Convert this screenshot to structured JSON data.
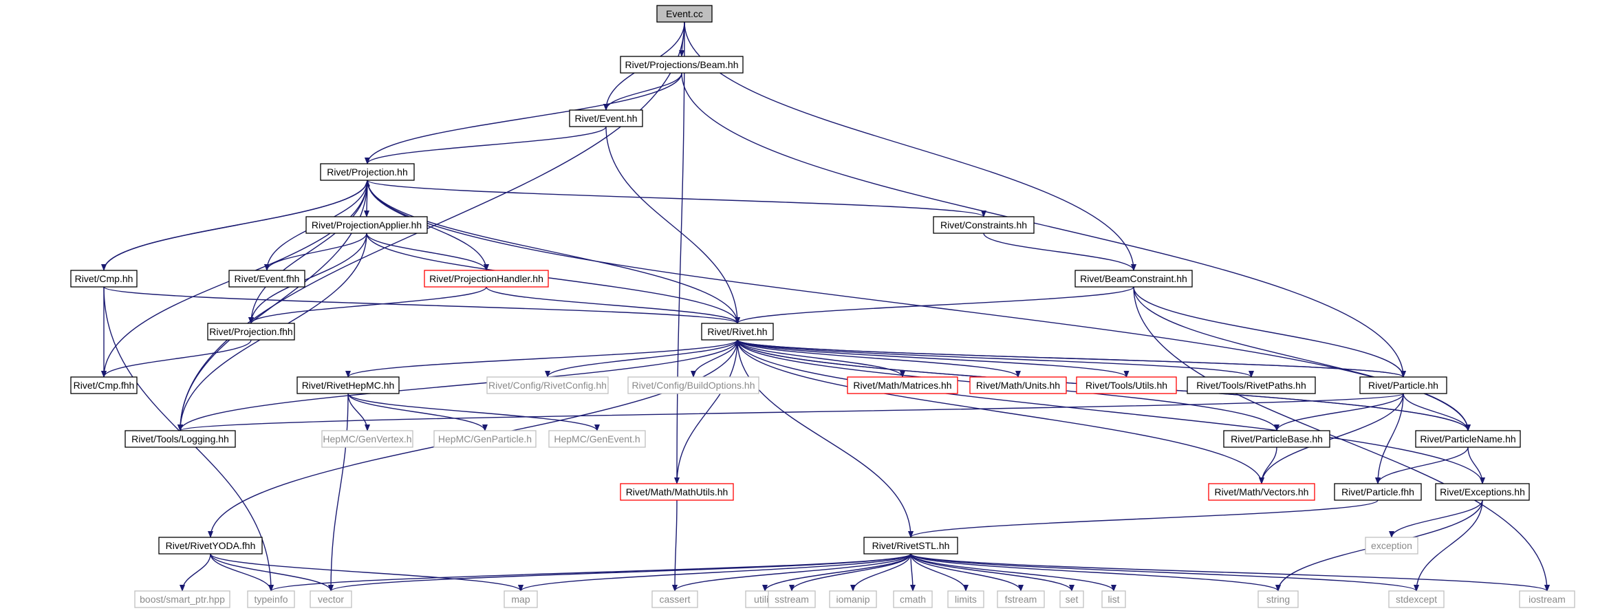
{
  "colors": {
    "edge": "#191970",
    "root_fill": "#bfbfbf",
    "border_black": "#000000",
    "border_red": "#ff0000",
    "border_gray": "#bfbfbf"
  },
  "nodes": [
    {
      "id": "event_cc",
      "label": "Event.cc",
      "style": "root"
    },
    {
      "id": "beam_hh",
      "label": "Rivet/Projections/Beam.hh",
      "style": "black"
    },
    {
      "id": "event_hh",
      "label": "Rivet/Event.hh",
      "style": "black"
    },
    {
      "id": "projection_hh",
      "label": "Rivet/Projection.hh",
      "style": "black"
    },
    {
      "id": "constraints_hh",
      "label": "Rivet/Constraints.hh",
      "style": "black"
    },
    {
      "id": "projapplier_hh",
      "label": "Rivet/ProjectionApplier.hh",
      "style": "black"
    },
    {
      "id": "cmp_hh",
      "label": "Rivet/Cmp.hh",
      "style": "black"
    },
    {
      "id": "event_fhh",
      "label": "Rivet/Event.fhh",
      "style": "black"
    },
    {
      "id": "projhandler_hh",
      "label": "Rivet/ProjectionHandler.hh",
      "style": "red"
    },
    {
      "id": "beamconstraint_hh",
      "label": "Rivet/BeamConstraint.hh",
      "style": "black"
    },
    {
      "id": "projection_fhh",
      "label": "Rivet/Projection.fhh",
      "style": "black"
    },
    {
      "id": "rivet_hh",
      "label": "Rivet/Rivet.hh",
      "style": "black"
    },
    {
      "id": "cmp_fhh",
      "label": "Rivet/Cmp.fhh",
      "style": "black"
    },
    {
      "id": "rivethepmc_hh",
      "label": "Rivet/RivetHepMC.hh",
      "style": "black"
    },
    {
      "id": "rivetconfig_hh",
      "label": "Rivet/Config/RivetConfig.hh",
      "style": "gray"
    },
    {
      "id": "buildoptions_hh",
      "label": "Rivet/Config/BuildOptions.hh",
      "style": "gray"
    },
    {
      "id": "matrices_hh",
      "label": "Rivet/Math/Matrices.hh",
      "style": "red"
    },
    {
      "id": "units_hh",
      "label": "Rivet/Math/Units.hh",
      "style": "red"
    },
    {
      "id": "toolsutils_hh",
      "label": "Rivet/Tools/Utils.hh",
      "style": "red"
    },
    {
      "id": "rivetpaths_hh",
      "label": "Rivet/Tools/RivetPaths.hh",
      "style": "black"
    },
    {
      "id": "particle_hh",
      "label": "Rivet/Particle.hh",
      "style": "black"
    },
    {
      "id": "logging_hh",
      "label": "Rivet/Tools/Logging.hh",
      "style": "black"
    },
    {
      "id": "genvertex_h",
      "label": "HepMC/GenVertex.h",
      "style": "gray"
    },
    {
      "id": "genparticle_h",
      "label": "HepMC/GenParticle.h",
      "style": "gray"
    },
    {
      "id": "genevent_h",
      "label": "HepMC/GenEvent.h",
      "style": "gray"
    },
    {
      "id": "particlebase_hh",
      "label": "Rivet/ParticleBase.hh",
      "style": "black"
    },
    {
      "id": "particlename_hh",
      "label": "Rivet/ParticleName.hh",
      "style": "black"
    },
    {
      "id": "mathutils_hh",
      "label": "Rivet/Math/MathUtils.hh",
      "style": "red"
    },
    {
      "id": "vectors_hh",
      "label": "Rivet/Math/Vectors.hh",
      "style": "red"
    },
    {
      "id": "particle_fhh",
      "label": "Rivet/Particle.fhh",
      "style": "black"
    },
    {
      "id": "exceptions_hh",
      "label": "Rivet/Exceptions.hh",
      "style": "black"
    },
    {
      "id": "rivetyoda_fhh",
      "label": "Rivet/RivetYODA.fhh",
      "style": "black"
    },
    {
      "id": "rivetstl_hh",
      "label": "Rivet/RivetSTL.hh",
      "style": "black"
    },
    {
      "id": "exception",
      "label": "exception",
      "style": "gray"
    },
    {
      "id": "smart_ptr",
      "label": "boost/smart_ptr.hpp",
      "style": "gray"
    },
    {
      "id": "typeinfo",
      "label": "typeinfo",
      "style": "gray"
    },
    {
      "id": "vector",
      "label": "vector",
      "style": "gray"
    },
    {
      "id": "map",
      "label": "map",
      "style": "gray"
    },
    {
      "id": "cassert",
      "label": "cassert",
      "style": "gray"
    },
    {
      "id": "utility",
      "label": "utility",
      "style": "gray"
    },
    {
      "id": "sstream",
      "label": "sstream",
      "style": "gray"
    },
    {
      "id": "iomanip",
      "label": "iomanip",
      "style": "gray"
    },
    {
      "id": "cmath",
      "label": "cmath",
      "style": "gray"
    },
    {
      "id": "limits",
      "label": "limits",
      "style": "gray"
    },
    {
      "id": "fstream",
      "label": "fstream",
      "style": "gray"
    },
    {
      "id": "set",
      "label": "set",
      "style": "gray"
    },
    {
      "id": "list",
      "label": "list",
      "style": "gray"
    },
    {
      "id": "string",
      "label": "string",
      "style": "gray"
    },
    {
      "id": "stdexcept",
      "label": "stdexcept",
      "style": "gray"
    },
    {
      "id": "iostream",
      "label": "iostream",
      "style": "gray"
    }
  ],
  "edges": [
    [
      "event_cc",
      "beam_hh"
    ],
    [
      "event_cc",
      "event_hh"
    ],
    [
      "event_cc",
      "logging_hh"
    ],
    [
      "event_cc",
      "beamconstraint_hh"
    ],
    [
      "event_cc",
      "mathutils_hh"
    ],
    [
      "beam_hh",
      "event_hh"
    ],
    [
      "beam_hh",
      "projection_hh"
    ],
    [
      "beam_hh",
      "particle_hh"
    ],
    [
      "event_hh",
      "projection_hh"
    ],
    [
      "event_hh",
      "rivet_hh"
    ],
    [
      "projection_hh",
      "constraints_hh"
    ],
    [
      "projection_hh",
      "projapplier_hh"
    ],
    [
      "projection_hh",
      "event_fhh"
    ],
    [
      "projection_hh",
      "projhandler_hh"
    ],
    [
      "projection_hh",
      "projection_fhh"
    ],
    [
      "projection_hh",
      "cmp_hh"
    ],
    [
      "projection_hh",
      "cmp_fhh"
    ],
    [
      "projection_hh",
      "rivet_hh"
    ],
    [
      "projection_hh",
      "logging_hh"
    ],
    [
      "projection_hh",
      "particlename_hh"
    ],
    [
      "constraints_hh",
      "beamconstraint_hh"
    ],
    [
      "projapplier_hh",
      "event_fhh"
    ],
    [
      "projapplier_hh",
      "projhandler_hh"
    ],
    [
      "projapplier_hh",
      "projection_fhh"
    ],
    [
      "projapplier_hh",
      "rivet_hh"
    ],
    [
      "projapplier_hh",
      "logging_hh"
    ],
    [
      "cmp_hh",
      "projection_hh"
    ],
    [
      "cmp_hh",
      "cmp_fhh"
    ],
    [
      "cmp_hh",
      "rivet_hh"
    ],
    [
      "cmp_hh",
      "typeinfo"
    ],
    [
      "projhandler_hh",
      "projection_fhh"
    ],
    [
      "projhandler_hh",
      "rivet_hh"
    ],
    [
      "beamconstraint_hh",
      "rivet_hh"
    ],
    [
      "beamconstraint_hh",
      "particle_hh"
    ],
    [
      "beamconstraint_hh",
      "particlename_hh"
    ],
    [
      "beamconstraint_hh",
      "iostream"
    ],
    [
      "projection_fhh",
      "cmp_fhh"
    ],
    [
      "rivet_hh",
      "rivetconfig_hh"
    ],
    [
      "rivet_hh",
      "buildoptions_hh"
    ],
    [
      "rivet_hh",
      "matrices_hh"
    ],
    [
      "rivet_hh",
      "units_hh"
    ],
    [
      "rivet_hh",
      "toolsutils_hh"
    ],
    [
      "rivet_hh",
      "rivetpaths_hh"
    ],
    [
      "rivet_hh",
      "rivethepmc_hh"
    ],
    [
      "rivet_hh",
      "rivetyoda_fhh"
    ],
    [
      "rivet_hh",
      "rivetstl_hh"
    ],
    [
      "rivet_hh",
      "particle_hh"
    ],
    [
      "rivet_hh",
      "particlename_hh"
    ],
    [
      "rivet_hh",
      "vectors_hh"
    ],
    [
      "rivet_hh",
      "exceptions_hh"
    ],
    [
      "rivet_hh",
      "logging_hh"
    ],
    [
      "rivethepmc_hh",
      "genvertex_h"
    ],
    [
      "rivethepmc_hh",
      "genparticle_h"
    ],
    [
      "rivethepmc_hh",
      "genevent_h"
    ],
    [
      "rivethepmc_hh",
      "vector"
    ],
    [
      "particle_hh",
      "rivet_hh"
    ],
    [
      "particle_hh",
      "particlebase_hh"
    ],
    [
      "particle_hh",
      "particlename_hh"
    ],
    [
      "particle_hh",
      "particle_fhh"
    ],
    [
      "particle_hh",
      "vectors_hh"
    ],
    [
      "particle_hh",
      "logging_hh"
    ],
    [
      "particlebase_hh",
      "rivet_hh"
    ],
    [
      "particlebase_hh",
      "vectors_hh"
    ],
    [
      "particlename_hh",
      "rivet_hh"
    ],
    [
      "particlename_hh",
      "exceptions_hh"
    ],
    [
      "particlename_hh",
      "particle_fhh"
    ],
    [
      "mathutils_hh",
      "rivet_hh"
    ],
    [
      "mathutils_hh",
      "cassert"
    ],
    [
      "particle_fhh",
      "rivetstl_hh"
    ],
    [
      "exceptions_hh",
      "exception"
    ],
    [
      "exceptions_hh",
      "stdexcept"
    ],
    [
      "exceptions_hh",
      "string"
    ],
    [
      "rivetyoda_fhh",
      "smart_ptr"
    ],
    [
      "rivetyoda_fhh",
      "typeinfo"
    ],
    [
      "rivetyoda_fhh",
      "vector"
    ],
    [
      "rivetyoda_fhh",
      "map"
    ],
    [
      "rivetstl_hh",
      "typeinfo"
    ],
    [
      "rivetstl_hh",
      "vector"
    ],
    [
      "rivetstl_hh",
      "map"
    ],
    [
      "rivetstl_hh",
      "cassert"
    ],
    [
      "rivetstl_hh",
      "utility"
    ],
    [
      "rivetstl_hh",
      "sstream"
    ],
    [
      "rivetstl_hh",
      "iomanip"
    ],
    [
      "rivetstl_hh",
      "cmath"
    ],
    [
      "rivetstl_hh",
      "limits"
    ],
    [
      "rivetstl_hh",
      "fstream"
    ],
    [
      "rivetstl_hh",
      "set"
    ],
    [
      "rivetstl_hh",
      "list"
    ],
    [
      "rivetstl_hh",
      "string"
    ],
    [
      "rivetstl_hh",
      "stdexcept"
    ],
    [
      "rivetstl_hh",
      "iostream"
    ]
  ]
}
